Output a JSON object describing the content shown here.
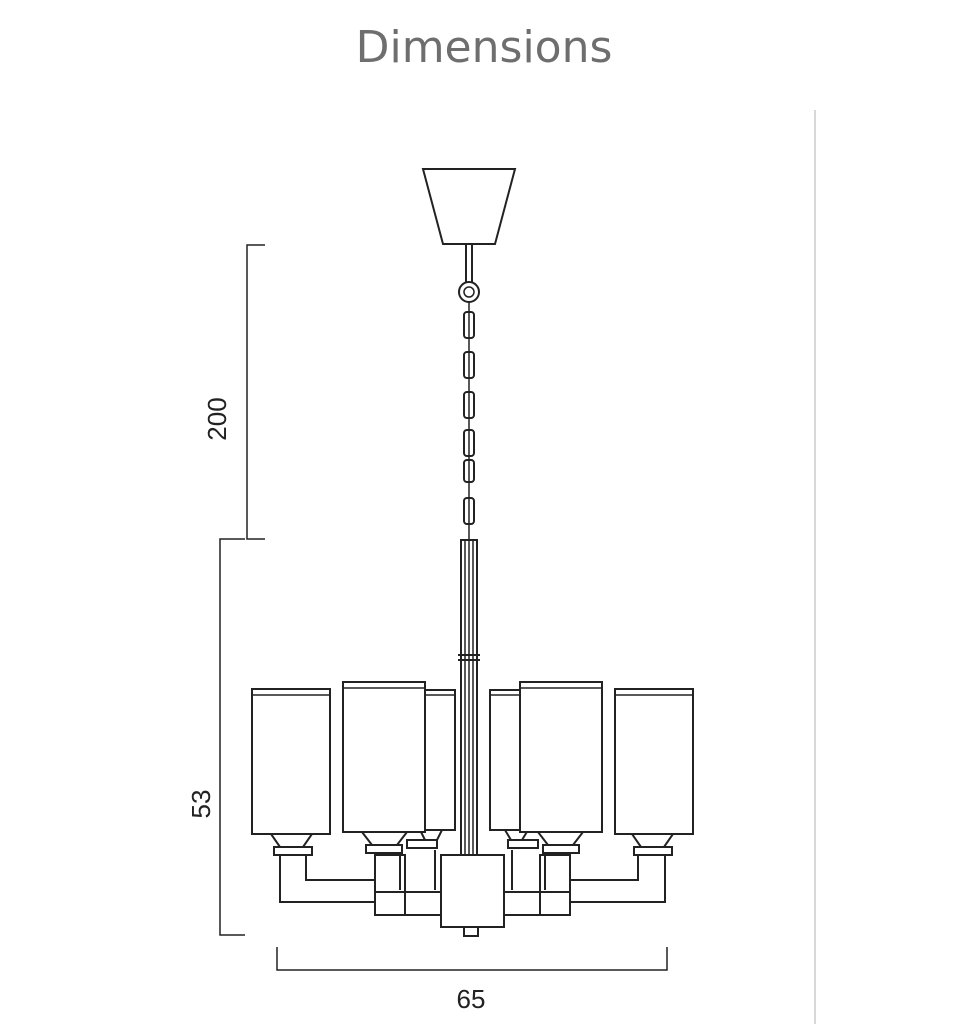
{
  "title": "Dimensions",
  "dimensions": {
    "drop_height": "200",
    "body_height": "53",
    "width": "65"
  },
  "colors": {
    "title": "#6e6e6e",
    "line": "#222222",
    "divider": "#cccccc"
  }
}
